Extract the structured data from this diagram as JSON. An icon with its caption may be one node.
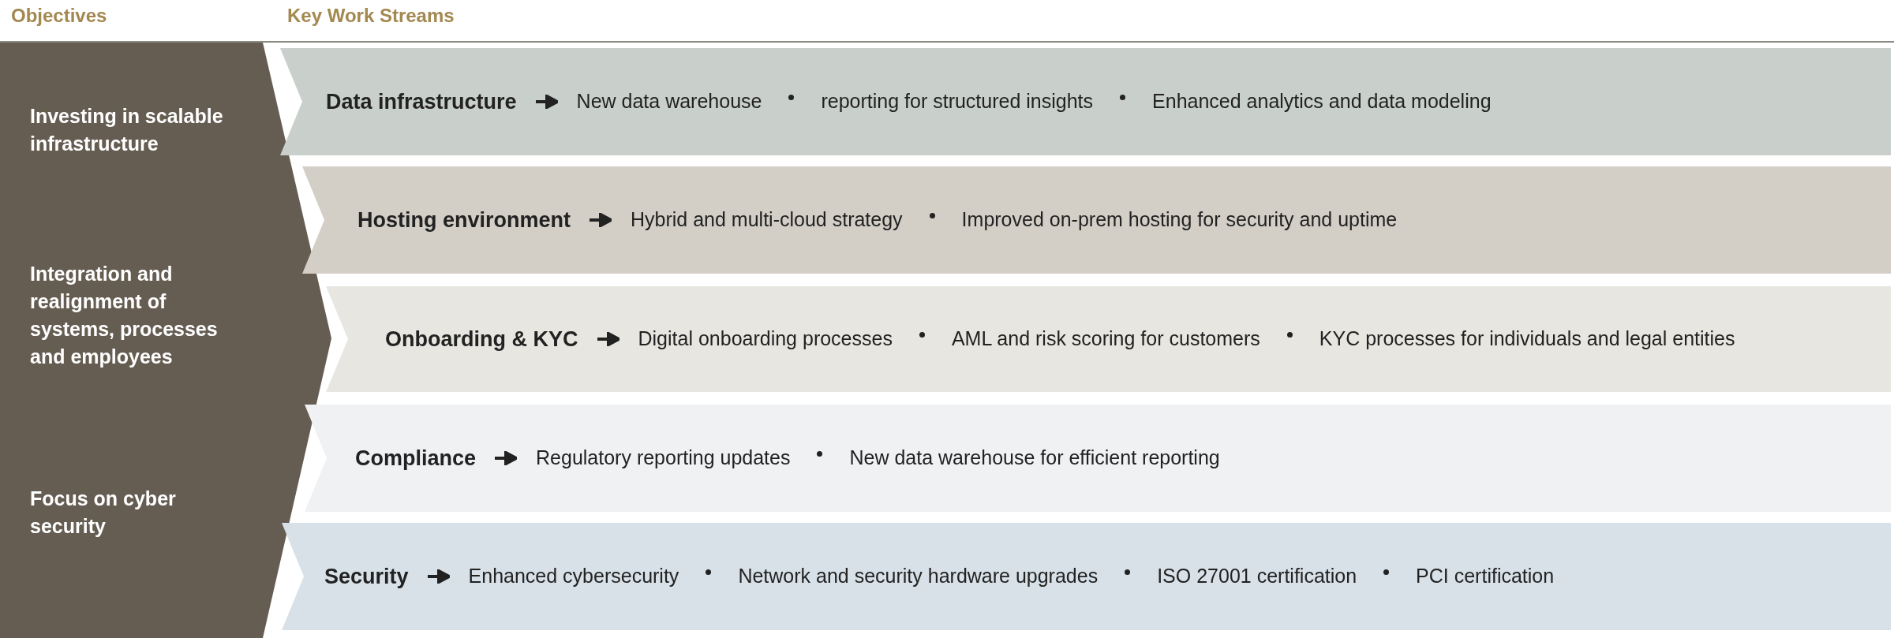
{
  "diagram": {
    "nodes": [
      {
        "text": [
          "Investing in scalable infrastructure",
          "Integration and realignment of systems, processes and employees",
          "Focus on cyber security"
        ]
      },
      {
        "text": [
          "Data infrastructure",
          "New data warehouse",
          "reporting for structured insights",
          "Enhanced analytics and data modeling"
        ]
      },
      {
        "text": [
          "Hosting environment",
          "Hybrid and multi-cloud strategy",
          "Improved on-prem hosting for security and uptime"
        ]
      },
      {
        "text": [
          "Onboarding & KYC",
          "Digital onboarding processes",
          "AML and risk scoring for customers",
          "KYC processes for individuals and legal entities"
        ]
      },
      {
        "text": [
          "Compliance",
          "Regulatory reporting updates",
          "New data warehouse for efficient reporting"
        ]
      },
      {
        "text": [
          "Security",
          "Enhanced cybersecurity",
          "Network and security hardware upgrades",
          "ISO 27001 certification",
          "PCI certification"
        ]
      }
    ],
    "labels": [
      "Objectives",
      "Key Work Streams"
    ]
  }
}
